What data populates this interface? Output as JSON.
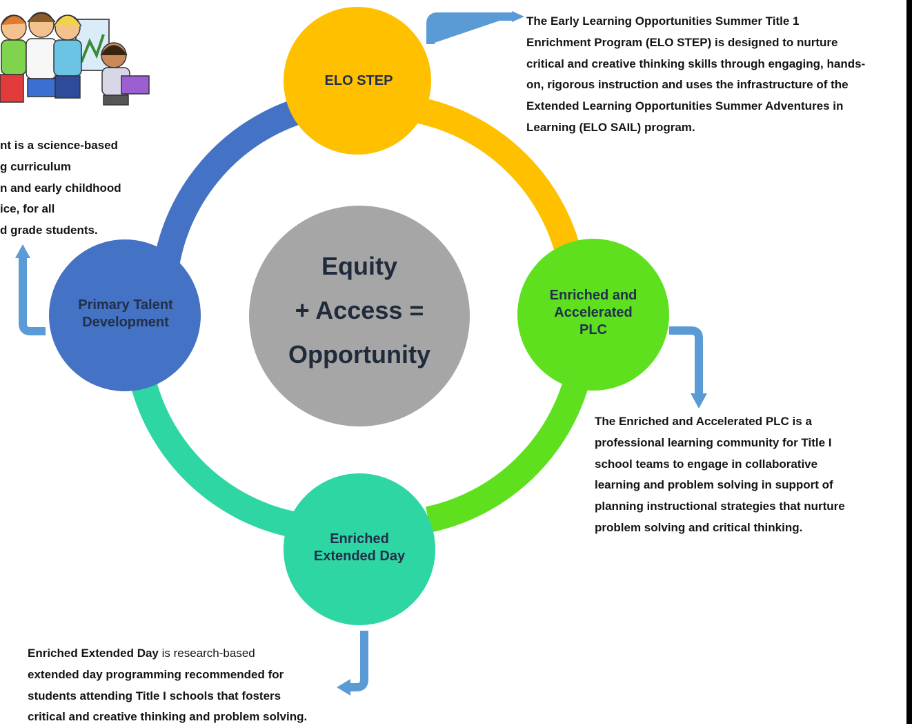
{
  "center": {
    "line1": "Equity",
    "line2": "+ Access =",
    "line3": "Opportunity"
  },
  "nodes": {
    "top": "ELO STEP",
    "left_line1": "Primary Talent",
    "left_line2": "Development",
    "right_line1": "Enriched and",
    "right_line2": "Accelerated",
    "right_line3": "PLC",
    "bottom_line1": "Enriched",
    "bottom_line2": "Extended Day"
  },
  "descriptions": {
    "top": [
      "The Early Learning Opportunities Summer Title 1",
      "Enrichment Program (ELO STEP) is designed to nurture",
      "critical and creative thinking skills through engaging, hands-",
      "on, rigorous instruction and uses the infrastructure of the",
      "Extended Learning Opportunities Summer Adventures in",
      "Learning (ELO SAIL) program."
    ],
    "left": [
      "nt is a science-based",
      "g curriculum",
      "n and early childhood",
      "ice, for all",
      "d grade students."
    ],
    "right": [
      "The Enriched and Accelerated PLC is a",
      "professional learning community for Title I",
      "school teams to engage in collaborative",
      "learning and problem solving in support of",
      "planning instructional strategies that nurture",
      "problem solving and critical thinking."
    ],
    "bottom": {
      "bold": "Enriched Extended Day",
      "line1_rest": " is research-based",
      "line2": "extended day programming recommended for",
      "line3": "students attending Title I schools that fosters",
      "line4": "critical and creative thinking and problem solving."
    }
  },
  "colors": {
    "elo_step": "#ffc000",
    "primary_talent": "#4472c4",
    "enriched_plc": "#5ee01f",
    "extended_day": "#2ed6a3",
    "center": "#a6a6a6",
    "arrow": "#5b9bd5"
  },
  "illustration": "children-painting-clipart"
}
